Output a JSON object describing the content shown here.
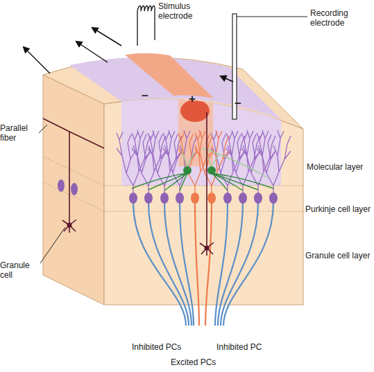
{
  "diagram": {
    "labels": [
      "Stimulus electrode",
      "Recording electrode",
      "−",
      "+",
      "−",
      "Parallel fiber",
      "Molecular layer",
      "Purkinje cell layer",
      "Granule cell",
      "Granule cell layer",
      "Inhibited PCs",
      "Inhibited PC",
      "Excited PCs"
    ]
  }
}
